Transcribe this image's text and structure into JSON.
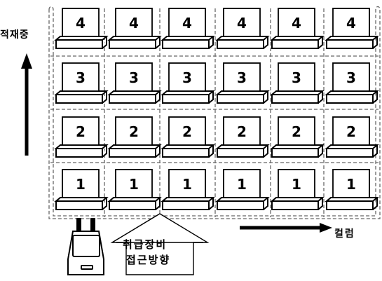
{
  "diagram": {
    "axis_labels": {
      "stack": "적재중",
      "column": "컬럼"
    },
    "equipment_caption": [
      "취급장비",
      "접근방향"
    ],
    "rack": {
      "columns": 6,
      "levels": [
        "1",
        "2",
        "3",
        "4"
      ]
    },
    "colors": {
      "ink": "#000000",
      "box_fill": "#ffffff",
      "pallet_fill": "#ffffff",
      "frame_dash": "#666666"
    }
  }
}
